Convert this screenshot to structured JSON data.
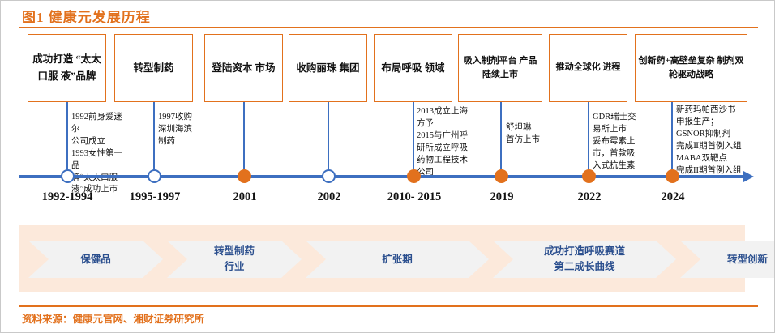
{
  "figure": {
    "title": "图1 健康元发展历程",
    "source": "资料来源：健康元官网、湘财证券研究所",
    "colors": {
      "accent_orange": "#E2711D",
      "axis_blue": "#3D6FC0",
      "band_peach": "#FCE9DB",
      "chevron_gray": "#F2F2F2",
      "chevron_text_blue": "#2B4F8E"
    }
  },
  "timeline": {
    "milestones": [
      {
        "year": "1992-1994",
        "headline": "成功打造\n“太太口服\n液”品牌",
        "note": "1992前身爱迷尔\n公司成立\n1993女性第一品\n牌“太太口服\n液”成功上市",
        "marker": "hollow"
      },
      {
        "year": "1995-1997",
        "headline": "转型制药",
        "note": "1997收购\n深圳海滨\n制药",
        "marker": "hollow"
      },
      {
        "year": "2001",
        "headline": "登陆资本\n市场",
        "note": "",
        "marker": "filled"
      },
      {
        "year": "2002",
        "headline": "收购丽珠\n集团",
        "note": "",
        "marker": "hollow"
      },
      {
        "year": "2010- 2015",
        "headline": "布局呼吸\n领域",
        "note": "2013成立上海\n方予\n2015与广州呼\n研所成立呼吸\n药物工程技术\n公司",
        "marker": "filled"
      },
      {
        "year": "2019",
        "headline": "吸入制剂平台\n产品陆续上市",
        "note": "舒坦琳\n首仿上市",
        "marker": "filled"
      },
      {
        "year": "2022",
        "headline": "推动全球化\n进程",
        "note": "GDR瑞士交\n易所上市\n妥布霉素上\n市，首款吸\n入式抗生素",
        "marker": "filled"
      },
      {
        "year": "2024",
        "headline": "创新药+高壁垒复杂\n制剂双轮驱动战略",
        "note": "新药玛帕西沙书\n申报生产；\nGSNOR抑制剂\n完成Ⅱ期首例入组\nMABA双靶点\n完成II期首例入组",
        "marker": "filled"
      }
    ],
    "phases": [
      {
        "label": "保健品"
      },
      {
        "label": "转型制药\n行业"
      },
      {
        "label": "扩张期"
      },
      {
        "label": "成功打造呼吸赛道\n第二成长曲线"
      },
      {
        "label": "转型创新"
      }
    ]
  }
}
